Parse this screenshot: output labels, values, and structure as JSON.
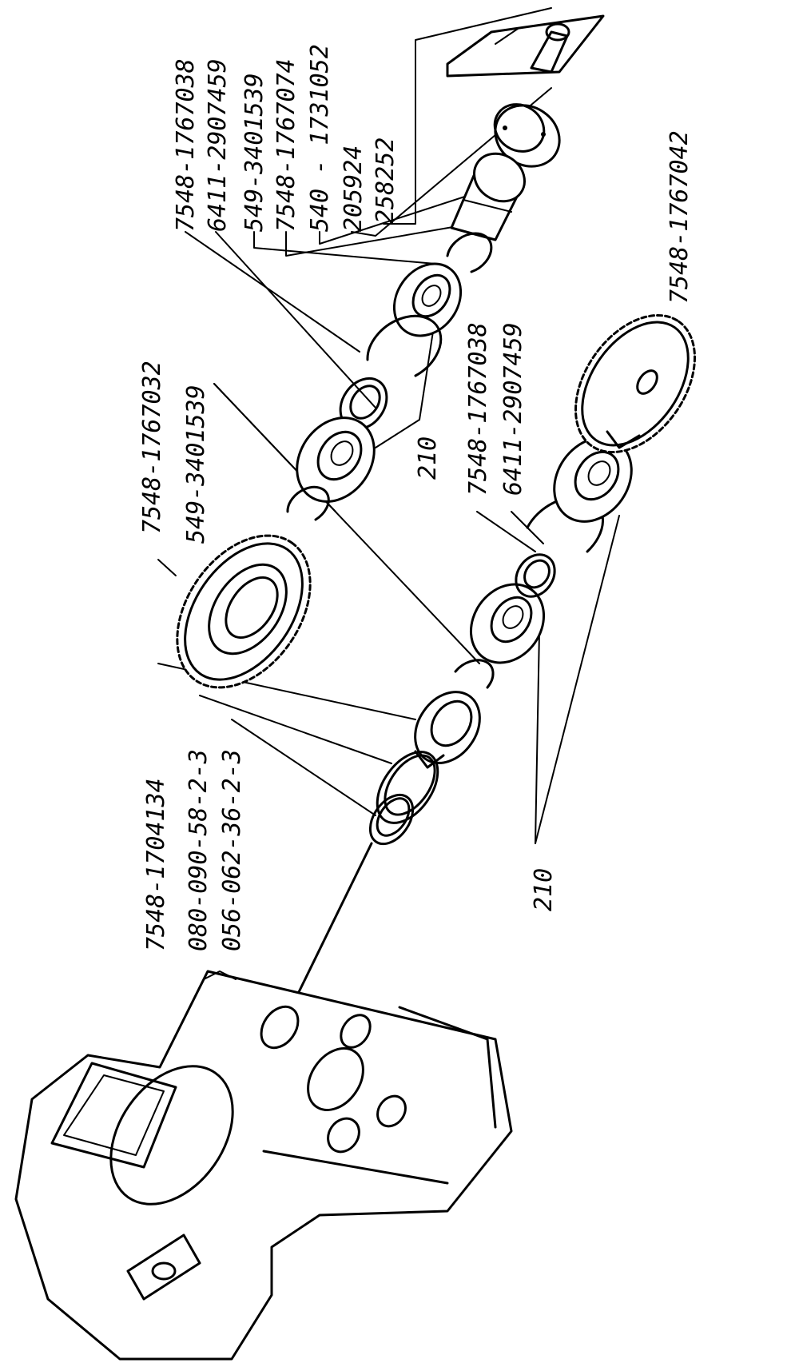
{
  "labels": {
    "top_group": [
      "7548-1767038",
      "6411-2907459",
      "549-3401539",
      "7548-1767074",
      "540 - 1731052",
      "205924",
      "258252"
    ],
    "upper_gear": [
      "7548-1767032",
      "549-3401539"
    ],
    "middle_group": [
      "7548-1767038",
      "6411-2907459"
    ],
    "right_gear": "7548-1767042",
    "left_group": [
      "7548-1704134",
      "080-090-58-2-3",
      "056-062-36-2-3"
    ],
    "ref_upper": "210",
    "ref_lower": "210"
  }
}
